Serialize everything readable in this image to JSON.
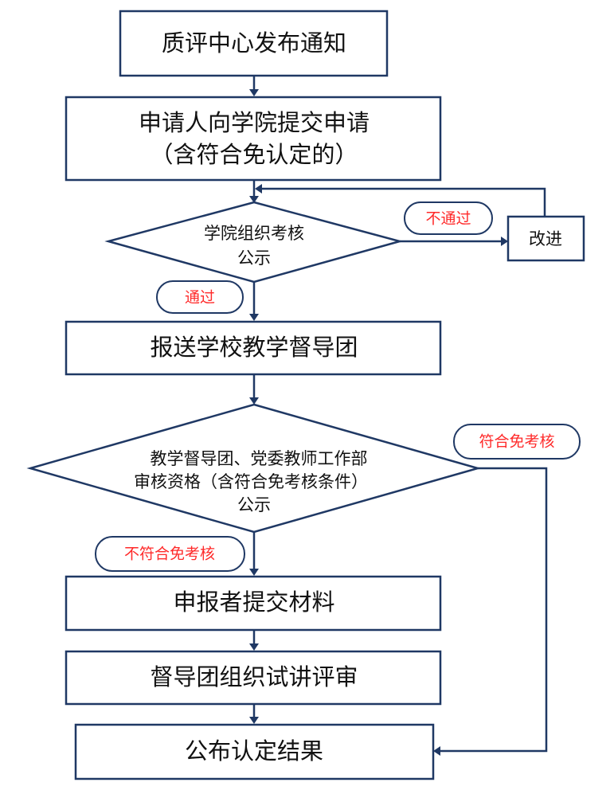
{
  "flowchart": {
    "nodes": {
      "notice": {
        "label": "质评中心发布通知"
      },
      "apply": {
        "line1": "申请人向学院提交申请",
        "line2": "（含符合免认定的）"
      },
      "college_review": {
        "line1": "学院组织考核",
        "line2": "公示"
      },
      "improve": {
        "label": "改进"
      },
      "submit_school": {
        "label": "报送学校教学督导团"
      },
      "qualification_review": {
        "line1": "教学督导团、党委教师工作部",
        "line2": "审核资格（含符合免考核条件）",
        "line3": "公示"
      },
      "submit_materials": {
        "label": "申报者提交材料"
      },
      "trial_lecture": {
        "label": "督导团组织试讲评审"
      },
      "publish_result": {
        "label": "公布认定结果"
      }
    },
    "edge_labels": {
      "fail": "不通过",
      "pass": "通过",
      "exempt": "符合免考核",
      "not_exempt": "不符合免考核"
    },
    "colors": {
      "stroke": "#1f3864",
      "label_text": "#ff2a2a",
      "node_text": "#111111"
    }
  }
}
